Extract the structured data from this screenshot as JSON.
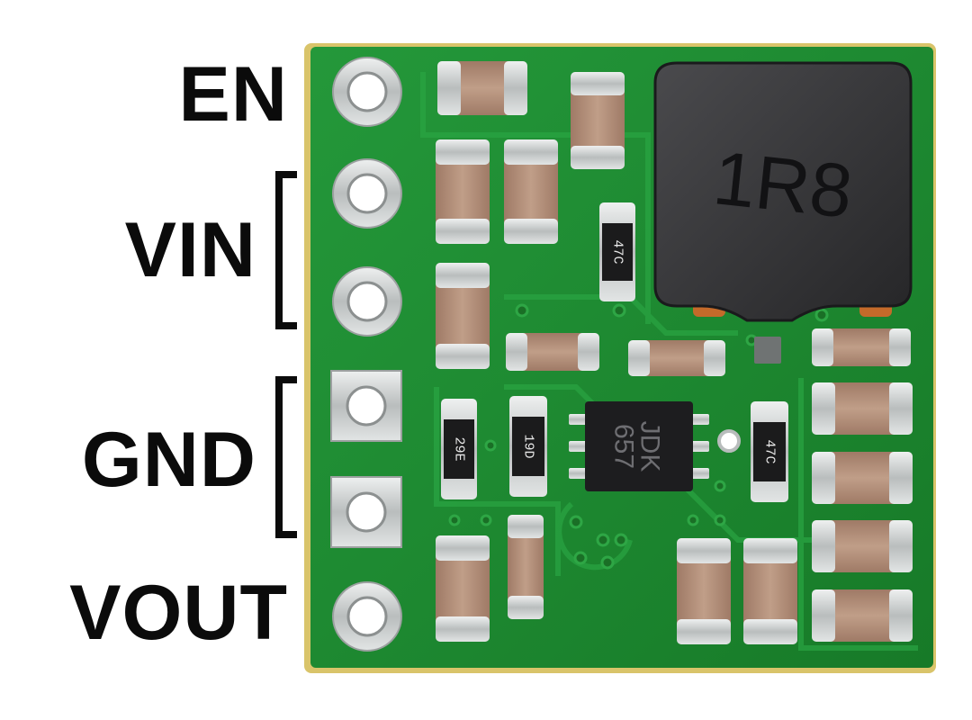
{
  "pin_labels": {
    "en": "EN",
    "vin": "VIN",
    "gnd": "GND",
    "vout": "VOUT"
  },
  "board": {
    "inductor_marking": "1R8",
    "ic_marking_line1": "JDK",
    "ic_marking_line2": "657",
    "resistor_marking_1": "47C",
    "resistor_marking_2": "29E",
    "resistor_marking_3": "19D",
    "resistor_marking_4": "47C"
  },
  "colors": {
    "pcb_green": "#1f8a2f",
    "copper_pad": "#cfd3d3",
    "capacitor_body": "#b38e78",
    "inductor_body": "#2f2f31",
    "ic_body": "#1d1d1f",
    "label_text": "#0b0b0b"
  }
}
